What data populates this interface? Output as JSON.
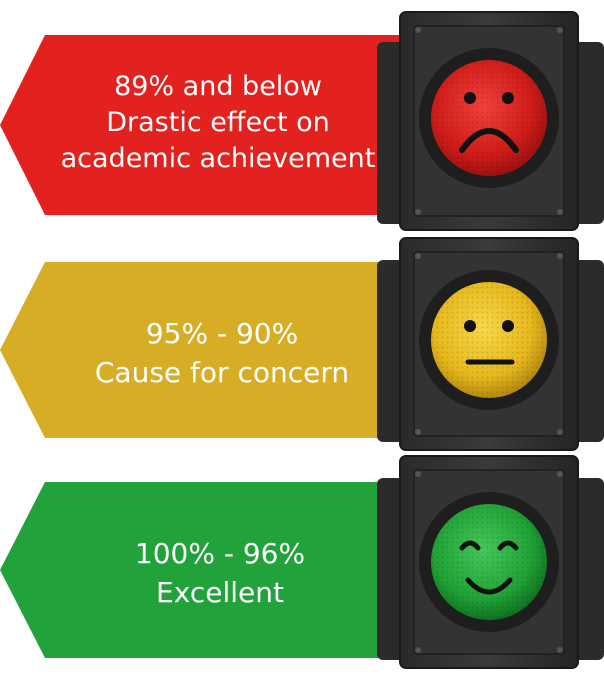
{
  "levels": [
    {
      "range": "89% and below",
      "line2": "Drastic effect on",
      "line3": "academic achievement",
      "mood": "sad-face-icon",
      "banner_color": "#e3211f",
      "light_color": "#d61e1b"
    },
    {
      "range": "95% - 90%",
      "line2": "Cause for concern",
      "mood": "neutral-face-icon",
      "banner_color": "#d8ad26",
      "light_color": "#e9be1f"
    },
    {
      "range": "100% - 96%",
      "line2": "Excellent",
      "mood": "happy-face-icon",
      "banner_color": "#22a23a",
      "light_color": "#23a83a"
    }
  ]
}
